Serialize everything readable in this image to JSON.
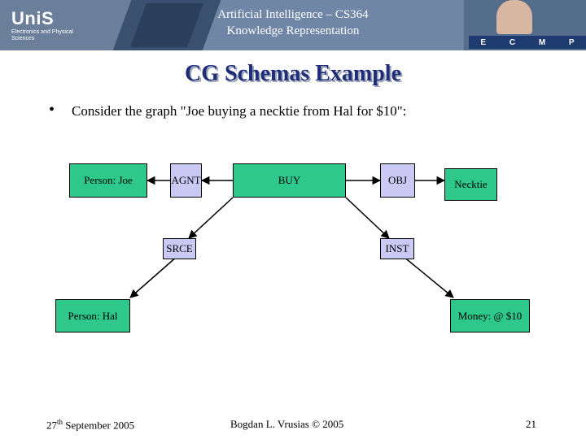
{
  "header": {
    "line1": "Artificial Intelligence – CS364",
    "line2": "Knowledge Representation",
    "logo_left_text": "UniS",
    "logo_left_sub": "Electronics and Physical Sciences",
    "logo_right_letters": [
      "E",
      "C",
      "M",
      "P"
    ]
  },
  "slide": {
    "title": "CG Schemas Example",
    "bullet": "Consider the graph \"Joe buying a necktie from Hal for $10\":"
  },
  "graph": {
    "concepts": {
      "person_joe": "Person: Joe",
      "buy": "BUY",
      "necktie": "Necktie",
      "person_hal": "Person: Hal",
      "money": "Money: @ $10"
    },
    "relations": {
      "agnt": "AGNT",
      "obj": "OBJ",
      "srce": "SRCE",
      "inst": "INST"
    }
  },
  "footer": {
    "date_day": "27",
    "date_sup": "th",
    "date_rest": " September 2005",
    "author": "Bogdan L. Vrusias © 2005",
    "page": "21"
  },
  "colors": {
    "concept_fill": "#2ec98a",
    "relation_fill": "#c9c9f4",
    "title_color": "#1f2d78",
    "header_bg": "#6f86a6"
  }
}
